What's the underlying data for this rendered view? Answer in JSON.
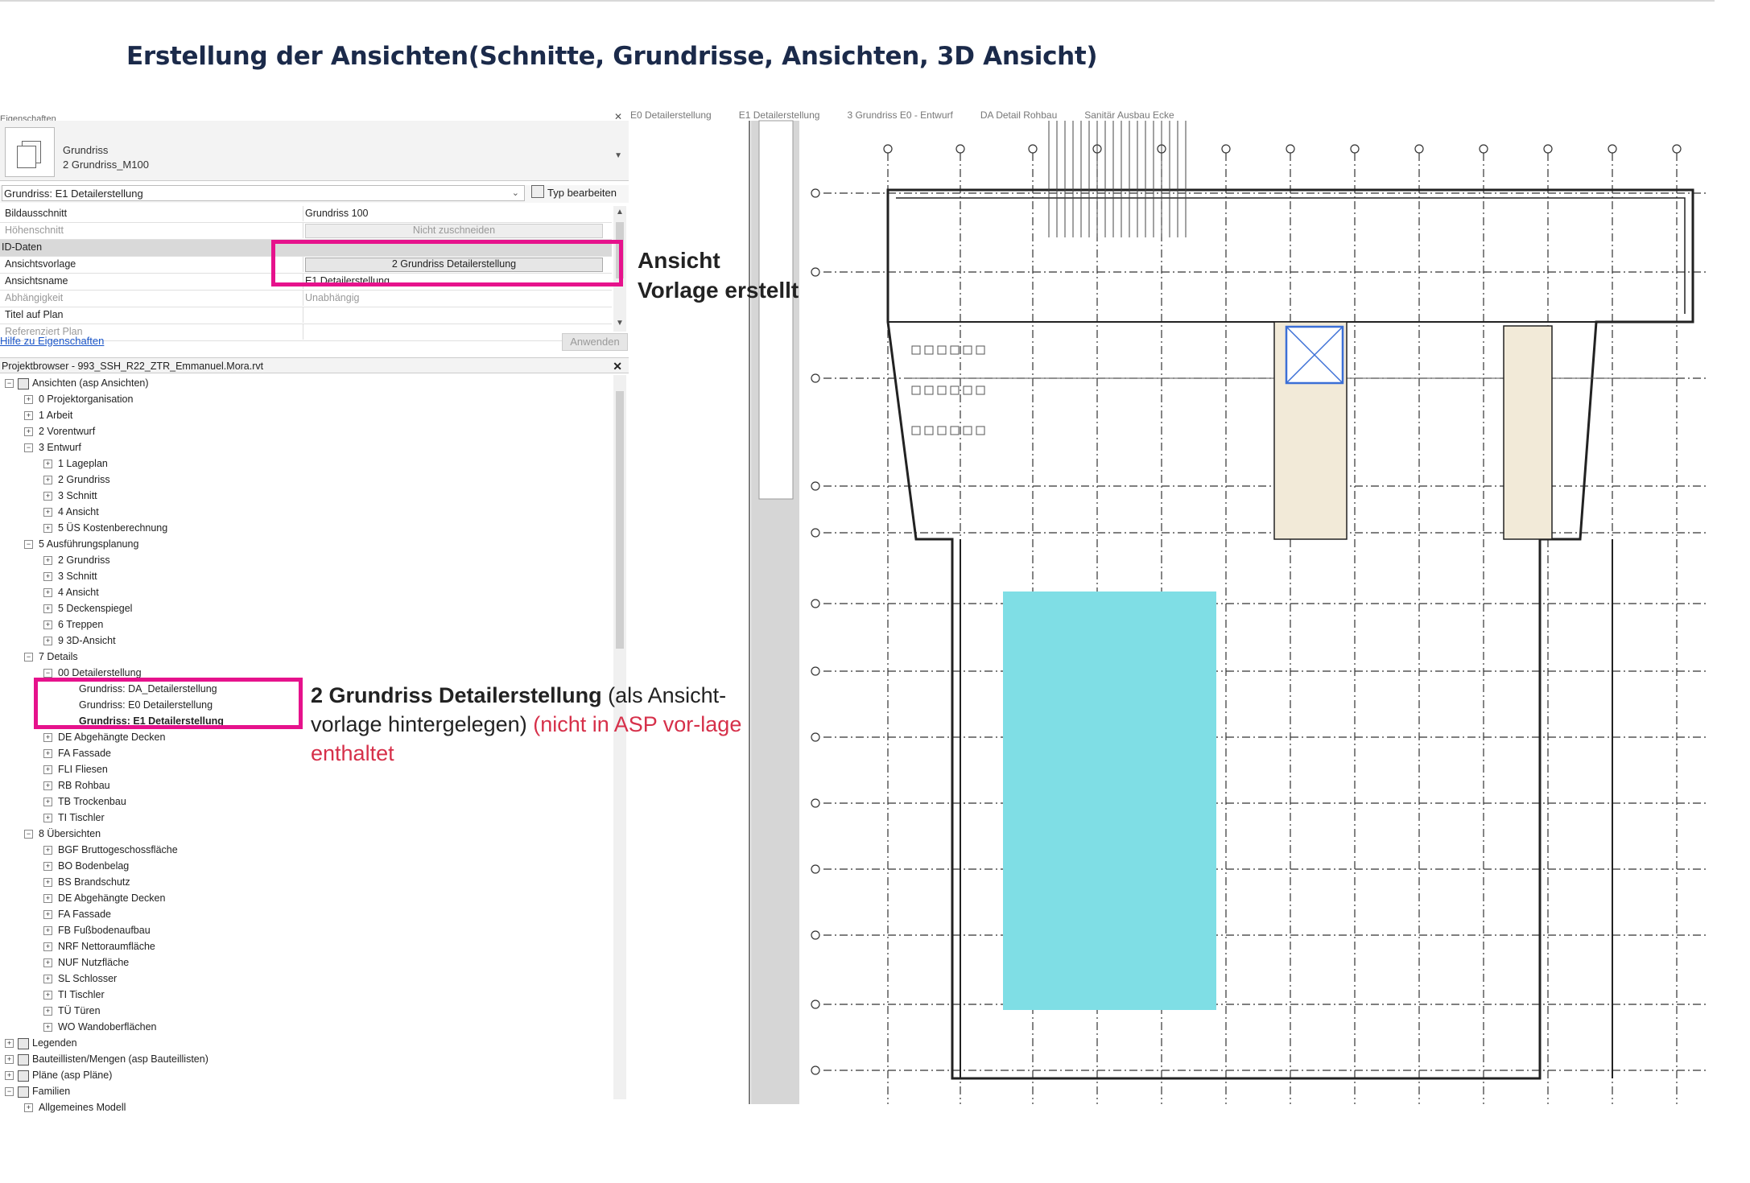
{
  "slide": {
    "title": "Erstellung der Ansichten(Schnitte, Grundrisse, Ansichten, 3D Ansicht)"
  },
  "properties": {
    "caption": "Eigenschaften",
    "type": {
      "family": "Grundriss",
      "name": "2 Grundriss_M100"
    },
    "instance_selector": "Grundriss: E1 Detailerstellung",
    "edit_type_label": "Typ bearbeiten",
    "rows": [
      {
        "name": "Bildausschnitt",
        "value": "Grundriss 100"
      },
      {
        "name": "Höhenschnitt",
        "value": "Nicht zuschneiden",
        "kind": "button",
        "disabled": true
      },
      {
        "name": "ID-Daten",
        "kind": "group"
      },
      {
        "name": "Ansichtsvorlage",
        "value": "2 Grundriss Detailerstellung",
        "kind": "button"
      },
      {
        "name": "Ansichtsname",
        "value": "E1 Detailerstellung"
      },
      {
        "name": "Abhängigkeit",
        "value": "Unabhängig",
        "disabled": true
      },
      {
        "name": "Titel auf Plan",
        "value": ""
      },
      {
        "name": "Referenziert Plan",
        "value": "",
        "disabled": true
      }
    ],
    "help_link": "Hilfe zu Eigenschaften",
    "apply_label": "Anwenden"
  },
  "project_browser": {
    "header": "Projektbrowser - 993_SSH_R22_ZTR_Emmanuel.Mora.rvt",
    "items": [
      {
        "label": "Ansichten (asp Ansichten)",
        "level": 0,
        "toggle": "−",
        "icon": "views"
      },
      {
        "label": "0 Projektorganisation",
        "level": 1,
        "toggle": "+"
      },
      {
        "label": "1 Arbeit",
        "level": 1,
        "toggle": "+"
      },
      {
        "label": "2 Vorentwurf",
        "level": 1,
        "toggle": "+"
      },
      {
        "label": "3 Entwurf",
        "level": 1,
        "toggle": "−"
      },
      {
        "label": "1 Lageplan",
        "level": 2,
        "toggle": "+"
      },
      {
        "label": "2 Grundriss",
        "level": 2,
        "toggle": "+"
      },
      {
        "label": "3 Schnitt",
        "level": 2,
        "toggle": "+"
      },
      {
        "label": "4 Ansicht",
        "level": 2,
        "toggle": "+"
      },
      {
        "label": "5 ÜS Kostenberechnung",
        "level": 2,
        "toggle": "+"
      },
      {
        "label": "5 Ausführungsplanung",
        "level": 1,
        "toggle": "−"
      },
      {
        "label": "2 Grundriss",
        "level": 2,
        "toggle": "+"
      },
      {
        "label": "3 Schnitt",
        "level": 2,
        "toggle": "+"
      },
      {
        "label": "4 Ansicht",
        "level": 2,
        "toggle": "+"
      },
      {
        "label": "5 Deckenspiegel",
        "level": 2,
        "toggle": "+"
      },
      {
        "label": "6 Treppen",
        "level": 2,
        "toggle": "+"
      },
      {
        "label": "9 3D-Ansicht",
        "level": 2,
        "toggle": "+"
      },
      {
        "label": "7 Details",
        "level": 1,
        "toggle": "−"
      },
      {
        "label": "00 Detailerstellung",
        "level": 2,
        "toggle": "−"
      },
      {
        "label": "Grundriss: DA_Detailerstellung",
        "level": 3,
        "toggle": ""
      },
      {
        "label": "Grundriss: E0 Detailerstellung",
        "level": 3,
        "toggle": ""
      },
      {
        "label": "Grundriss: E1 Detailerstellung",
        "level": 3,
        "toggle": "",
        "bold": true
      },
      {
        "label": "DE Abgehängte Decken",
        "level": 2,
        "toggle": "+"
      },
      {
        "label": "FA Fassade",
        "level": 2,
        "toggle": "+"
      },
      {
        "label": "FLI Fliesen",
        "level": 2,
        "toggle": "+"
      },
      {
        "label": "RB Rohbau",
        "level": 2,
        "toggle": "+"
      },
      {
        "label": "TB Trockenbau",
        "level": 2,
        "toggle": "+"
      },
      {
        "label": "TI Tischler",
        "level": 2,
        "toggle": "+"
      },
      {
        "label": "8 Übersichten",
        "level": 1,
        "toggle": "−"
      },
      {
        "label": "BGF Bruttogeschossfläche",
        "level": 2,
        "toggle": "+"
      },
      {
        "label": "BO Bodenbelag",
        "level": 2,
        "toggle": "+"
      },
      {
        "label": "BS Brandschutz",
        "level": 2,
        "toggle": "+"
      },
      {
        "label": "DE Abgehängte Decken",
        "level": 2,
        "toggle": "+"
      },
      {
        "label": "FA Fassade",
        "level": 2,
        "toggle": "+"
      },
      {
        "label": "FB Fußbodenaufbau",
        "level": 2,
        "toggle": "+"
      },
      {
        "label": "NRF Nettoraumfläche",
        "level": 2,
        "toggle": "+"
      },
      {
        "label": "NUF Nutzfläche",
        "level": 2,
        "toggle": "+"
      },
      {
        "label": "SL Schlosser",
        "level": 2,
        "toggle": "+"
      },
      {
        "label": "TI Tischler",
        "level": 2,
        "toggle": "+"
      },
      {
        "label": "TÜ Türen",
        "level": 2,
        "toggle": "+"
      },
      {
        "label": "WO Wandoberflächen",
        "level": 2,
        "toggle": "+"
      },
      {
        "label": "Legenden",
        "level": 0,
        "toggle": "+",
        "icon": "legend"
      },
      {
        "label": "Bauteillisten/Mengen (asp Bauteillisten)",
        "level": 0,
        "toggle": "+",
        "icon": "schedule"
      },
      {
        "label": "Pläne (asp Pläne)",
        "level": 0,
        "toggle": "+",
        "icon": "sheet"
      },
      {
        "label": "Familien",
        "level": 0,
        "toggle": "−",
        "icon": "family"
      },
      {
        "label": "Allgemeines Modell",
        "level": 1,
        "toggle": "+"
      }
    ]
  },
  "view_tabs": [
    "E0 Detailerstellung",
    "E1 Detailerstellung",
    "3 Grundriss E0 - Entwurf",
    "DA Detail Rohbau",
    "Sanitär Ausbau Ecke"
  ],
  "annotations": {
    "template_created": [
      "Ansicht",
      "Vorlage erstellt"
    ],
    "note_bold": "2 Grundriss Detailerstellung",
    "note_normal": "(als Ansicht-vorlage hintergelegen)",
    "note_red": "(nicht in ASP vor-lage enthaltet",
    "highlight_color": "#e6128c"
  },
  "colors": {
    "cyan_region": "#7fdee5",
    "room_highlight": "#3b6fd6",
    "grid_color": "#333333"
  }
}
